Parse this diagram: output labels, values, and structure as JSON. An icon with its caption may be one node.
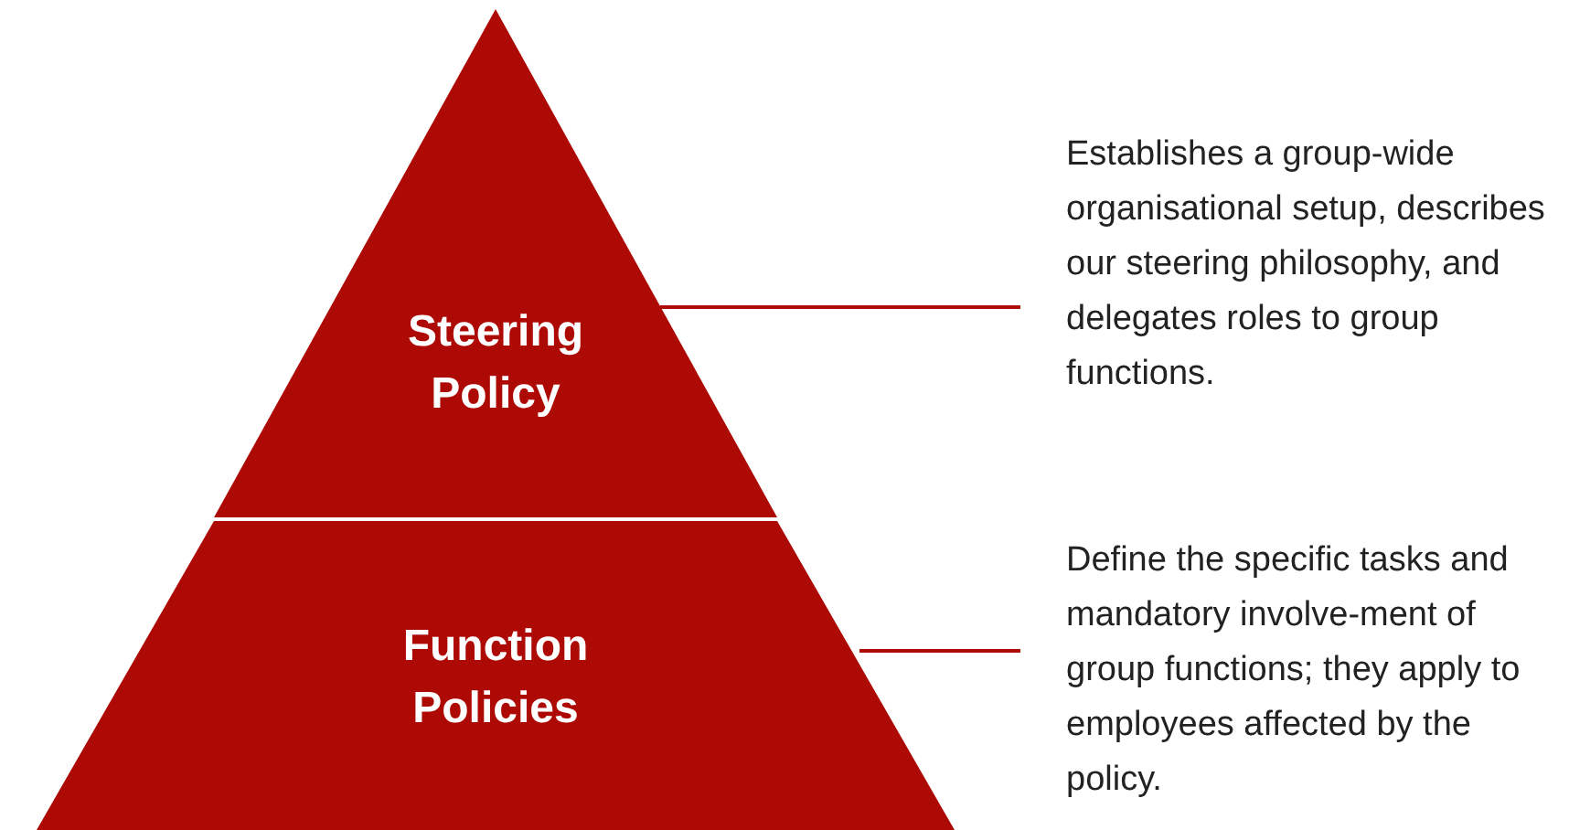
{
  "diagram": {
    "nodes": [
      {
        "text": [
          "Steering Policy"
        ]
      },
      {
        "text": [
          "Function Policies"
        ]
      },
      {
        "text": [
          "Establishes a group-wide organisational setup, describes our steering philosophy, and delegates roles to group functions."
        ]
      },
      {
        "text": [
          "Define the specific tasks and mandatory involve-ment of group functions; they apply to employees affected by the policy."
        ]
      }
    ],
    "edges": [
      {
        "from": 0,
        "to": 2,
        "arrow": "none"
      },
      {
        "from": 1,
        "to": 3,
        "arrow": "none"
      }
    ]
  }
}
